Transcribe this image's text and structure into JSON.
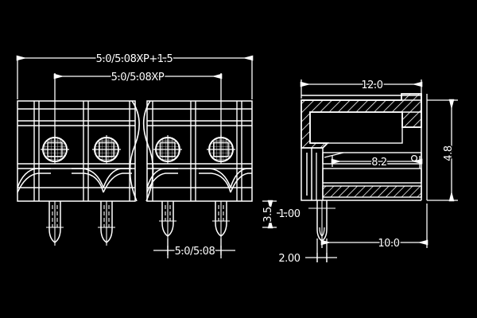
{
  "drawing": {
    "title": "Terminal Block Connector Engineering Drawing",
    "background_color": "#000000",
    "line_color": "#ffffff",
    "views": {
      "front": {
        "name": "front-elevation-view",
        "poles": 4,
        "screw_terminals": 4
      },
      "side": {
        "name": "side-section-view",
        "section_hatched": true
      }
    }
  },
  "dimensions": {
    "overall_width": {
      "label": "5.0/5.08XP+1.5",
      "name": "overall-width-dimension"
    },
    "pitch_total": {
      "label": "5.0/5.08XP",
      "name": "pitch-total-dimension"
    },
    "pitch": {
      "label": "5.0/5.08",
      "name": "pin-pitch-dimension"
    },
    "pin_length": {
      "label": "3.5",
      "name": "pin-length-dimension"
    },
    "pin_offset": {
      "label": "1.00",
      "name": "pin-offset-dimension"
    },
    "body_depth": {
      "label": "12.0",
      "name": "body-depth-dimension"
    },
    "body_height": {
      "label": "4.8",
      "name": "body-height-dimension"
    },
    "inner_depth": {
      "label": "8.2",
      "name": "inner-depth-dimension"
    },
    "pin_span": {
      "label": "10.0",
      "name": "pin-span-dimension"
    },
    "pin_thickness": {
      "label": "2.00",
      "name": "pin-thickness-dimension"
    }
  }
}
